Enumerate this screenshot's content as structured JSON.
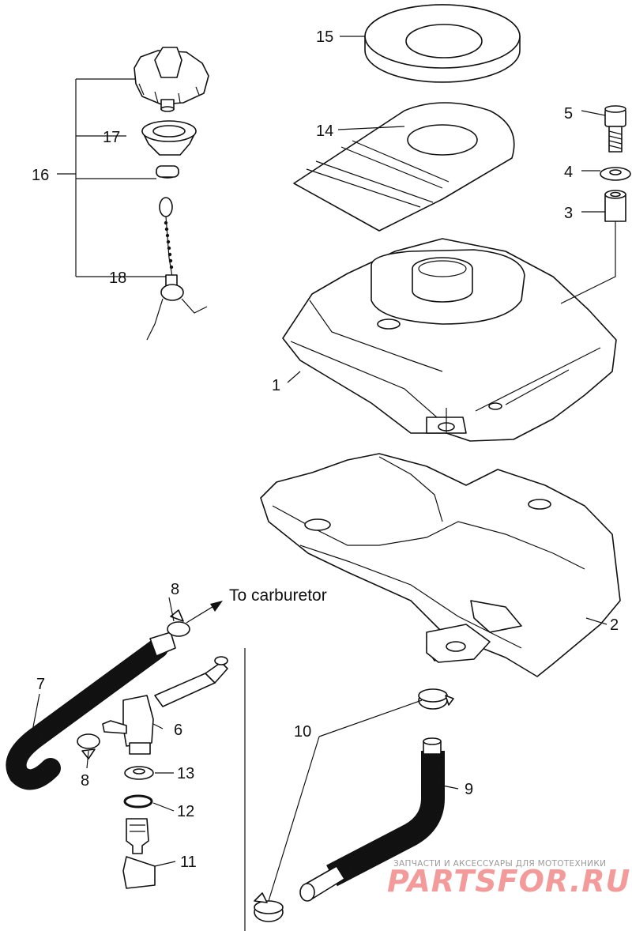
{
  "callouts": {
    "p1": "1",
    "p2": "2",
    "p3": "3",
    "p4": "4",
    "p5": "5",
    "p6": "6",
    "p7": "7",
    "p8a": "8",
    "p8b": "8",
    "p9": "9",
    "p10": "10",
    "p11": "11",
    "p12": "12",
    "p13": "13",
    "p14": "14",
    "p15": "15",
    "p16": "16",
    "p17": "17",
    "p18": "18"
  },
  "annotation": "To carburetor",
  "watermark": {
    "caption": "ЗАПЧАСТИ И АКСЕССУАРЫ ДЛЯ МОТОТЕХНИКИ",
    "logo": "PARTSFOR.RU"
  }
}
